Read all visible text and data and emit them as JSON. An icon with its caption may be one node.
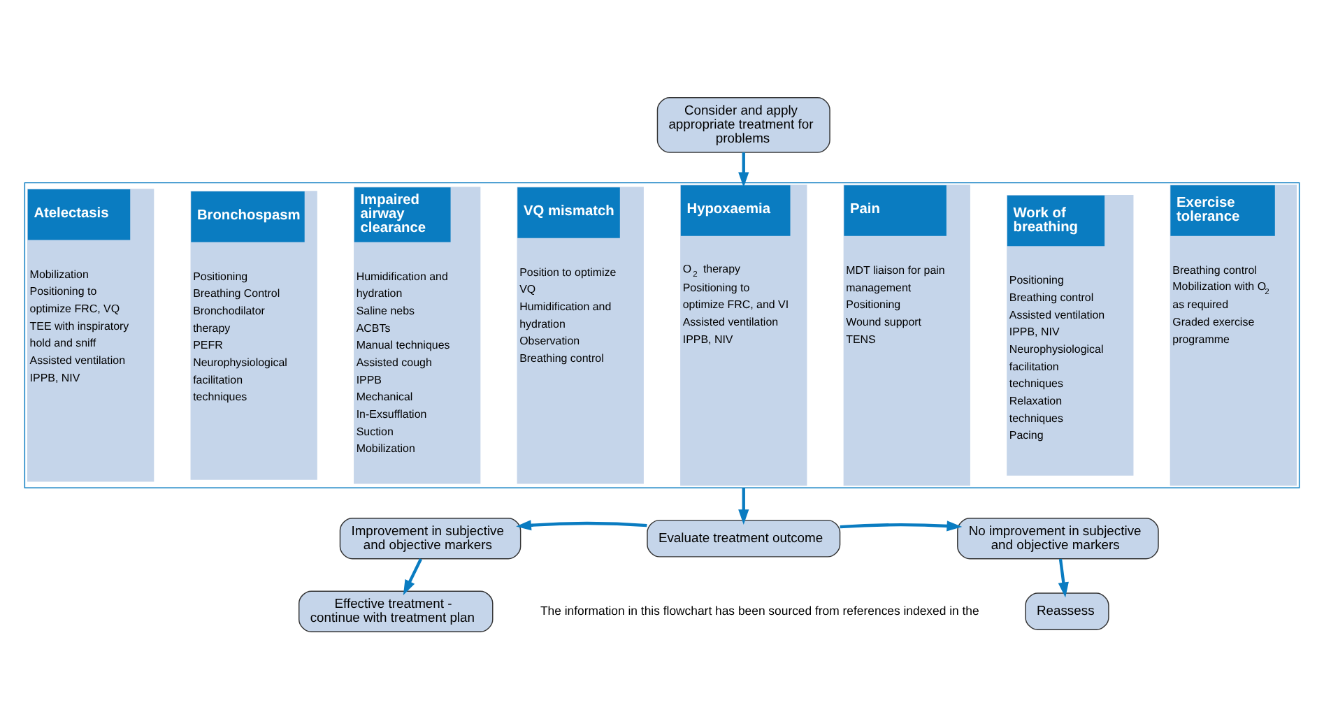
{
  "diagram": {
    "nodes": [
      {
        "text": [
          "Consider and apply appropriate treatment for problems"
        ]
      },
      {
        "text": [],
        "shape": "box"
      },
      {
        "text": [
          "Atelectasis",
          "Mobilization",
          "Positioning to optimize FRC, VQ",
          "TEE with inspiratory hold and sniff",
          "Assisted ventilation IPPB, NIV"
        ],
        "in": 1
      },
      {
        "text": [
          "Bronchospasm",
          "Positioning",
          "Breathing Control",
          "Bronchodilator therapy",
          "PEFR",
          "Neurophysiological facilitation techniques"
        ],
        "in": 1
      },
      {
        "text": [
          "Impaired airway clearance",
          "Humidification and hydration",
          "Saline nebs",
          "ACBTs",
          "Manual techniques",
          "Assisted cough",
          "IPPB",
          "Mechanical In-Exsufflation",
          "Suction",
          "Mobilization"
        ],
        "in": 1
      },
      {
        "text": [
          "VQ mismatch",
          "Position to optimize VQ",
          "Humidification and hydration",
          "Observation",
          "Breathing control"
        ],
        "in": 1
      },
      {
        "text": [
          "Hypoxaemia",
          "O$_{2}$ therapy",
          "Positioning to optimize FRC, and VI",
          "Assisted ventilation IPPB, NIV"
        ],
        "in": 1
      },
      {
        "text": [
          "Pain",
          "MDT liaison for pain management",
          "Positioning",
          "Wound support",
          "TENS"
        ],
        "in": 1
      },
      {
        "text": [
          "Work of breathing",
          "Positioning",
          "Breathing control",
          "Assisted ventilation IPPB, NIV",
          "Neurophysiological facilitation techniques",
          "Relaxation techniques",
          "Pacing"
        ],
        "in": 1
      },
      {
        "text": [
          "Exercise tolerance",
          "Breathing control",
          "Mobilization with O$_{2}$ as required",
          "Graded exercise programme"
        ],
        "in": 1
      },
      {
        "text": [
          "Evaluate treatment outcome"
        ]
      },
      {
        "text": [
          "Improvement in subjective and objective markers"
        ]
      },
      {
        "text": [
          "No improvement in subjective and objective markers"
        ]
      },
      {
        "text": [
          "Effective treatment - continue with treatment plan"
        ]
      },
      {
        "text": [
          "Reassess"
        ]
      }
    ],
    "edges": [
      {
        "from": 0,
        "to": 1,
        "arrow": "to"
      },
      {
        "from": 1,
        "to": 10,
        "arrow": "to"
      },
      {
        "from": 10,
        "to": 11,
        "arrow": "to"
      },
      {
        "from": 10,
        "to": 12,
        "arrow": "to"
      },
      {
        "from": 11,
        "to": 13,
        "arrow": "to"
      },
      {
        "from": 12,
        "to": 14,
        "arrow": "to"
      }
    ],
    "labels": [
      "The information in this flowchart has been sourced from references indexed in the"
    ]
  }
}
